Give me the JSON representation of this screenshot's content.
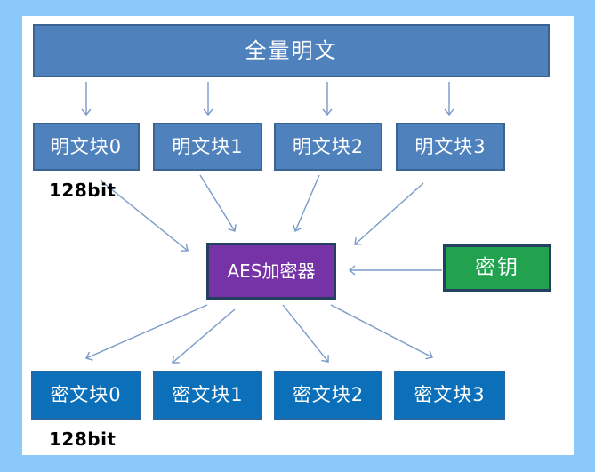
{
  "diagram": {
    "source_box": {
      "label": "全量明文"
    },
    "plaintext_blocks": [
      "明文块0",
      "明文块1",
      "明文块2",
      "明文块3"
    ],
    "block_size_label_top": "128bit",
    "encryptor_box": {
      "label": "AES加密器"
    },
    "key_box": {
      "label": "密钥"
    },
    "ciphertext_blocks": [
      "密文块0",
      "密文块1",
      "密文块2",
      "密文块3"
    ],
    "block_size_label_bottom": "128bit",
    "colors": {
      "canvas_background": "#8BCAF8",
      "panel_background": "#FFFFFF",
      "plaintext_fill": "#4F81BD",
      "plaintext_border": "#3A6293",
      "ciphertext_fill": "#0B70B9",
      "ciphertext_border": "#2668A3",
      "encryptor_fill": "#7633A6",
      "key_fill": "#22A24E",
      "dark_border": "#243F60",
      "arrow": "#7A9AC9",
      "text_light": "#FFFFFF",
      "text_dark": "#000000"
    }
  }
}
